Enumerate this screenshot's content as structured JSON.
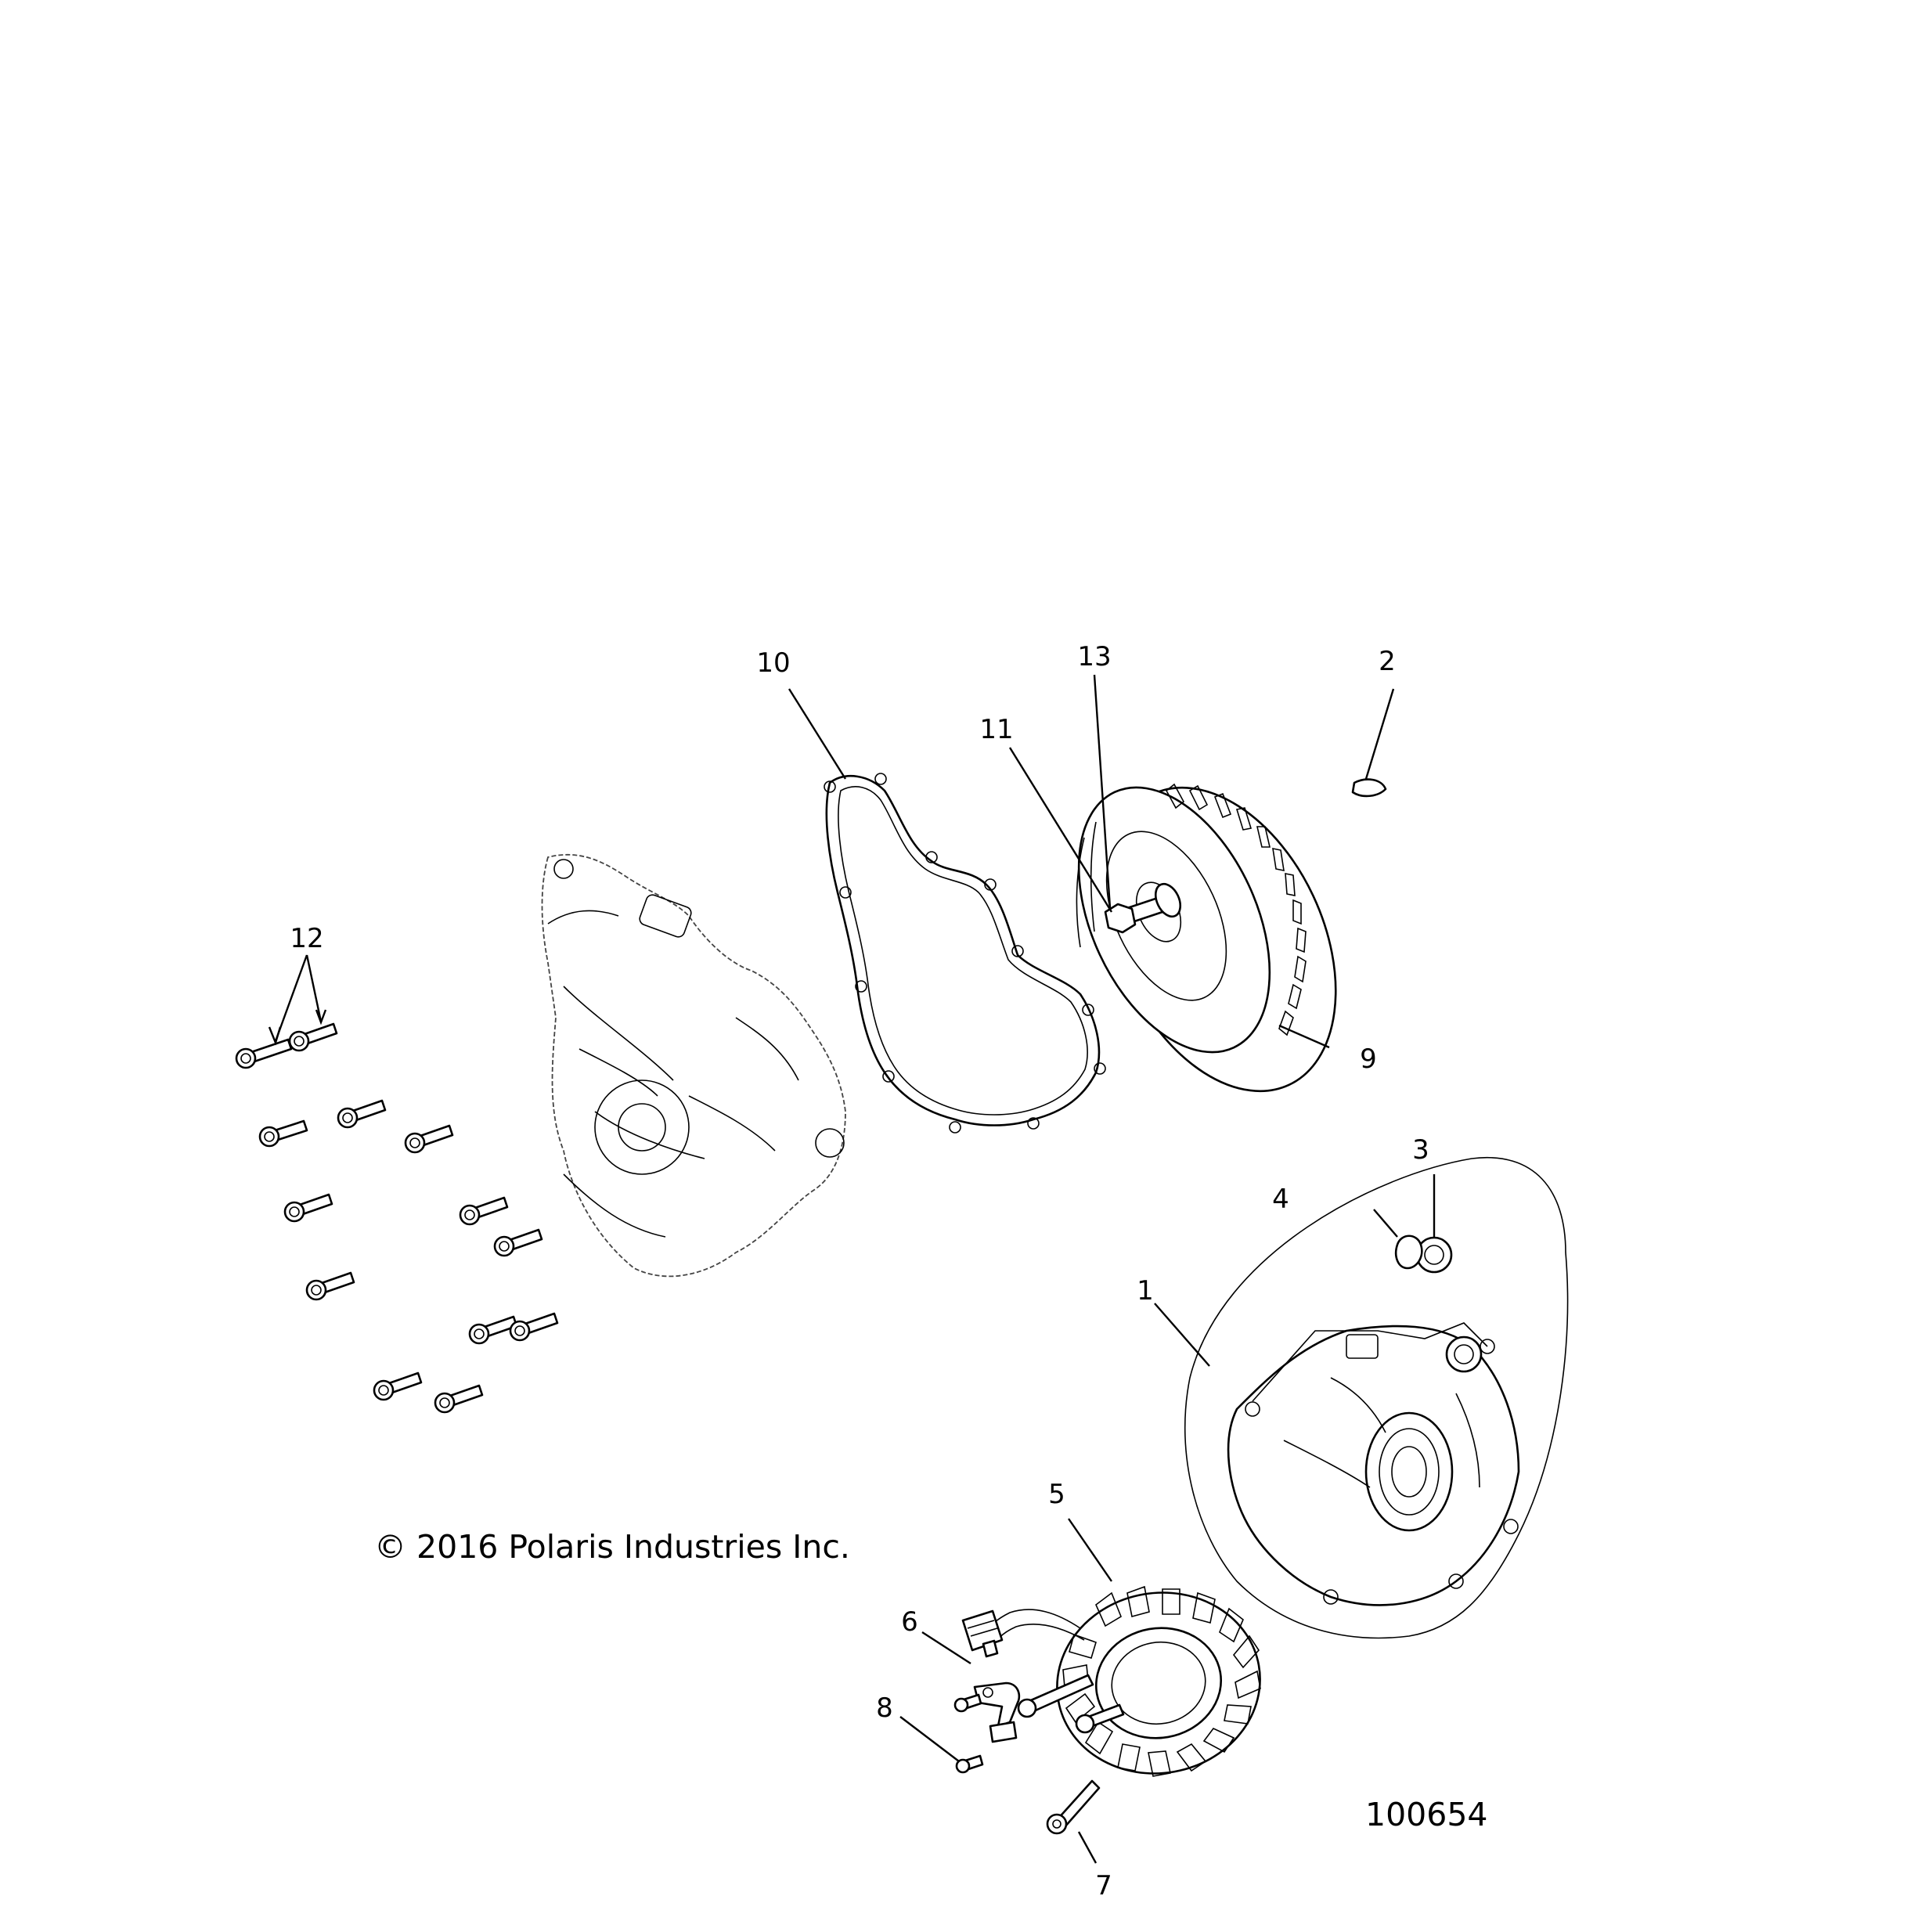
{
  "callouts": [
    {
      "id": "1",
      "text": "1"
    },
    {
      "id": "2",
      "text": "2"
    },
    {
      "id": "3",
      "text": "3"
    },
    {
      "id": "4",
      "text": "4"
    },
    {
      "id": "5",
      "text": "5"
    },
    {
      "id": "6",
      "text": "6"
    },
    {
      "id": "7",
      "text": "7"
    },
    {
      "id": "8",
      "text": "8"
    },
    {
      "id": "9",
      "text": "9"
    },
    {
      "id": "10",
      "text": "10"
    },
    {
      "id": "11",
      "text": "11"
    },
    {
      "id": "12",
      "text": "12"
    },
    {
      "id": "13",
      "text": "13"
    }
  ],
  "copyright": "© 2016 Polaris Industries Inc.",
  "figure_number": "100654"
}
